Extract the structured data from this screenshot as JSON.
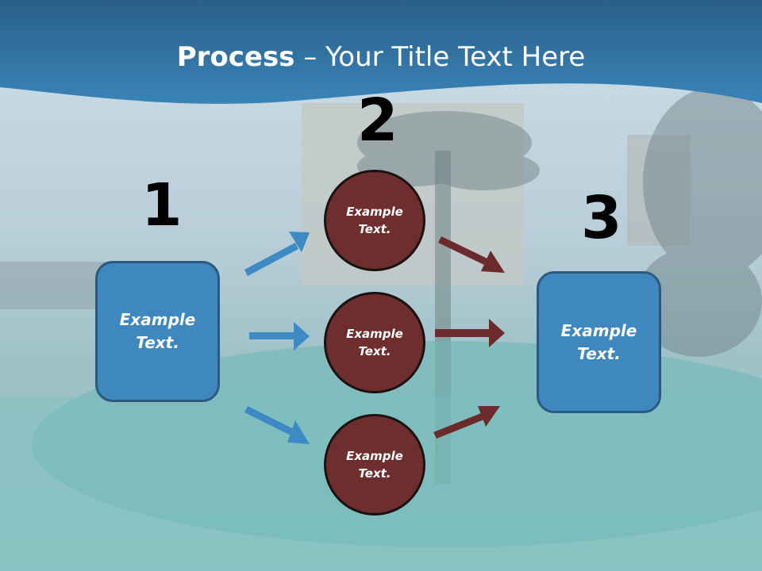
{
  "title": {
    "bold": "Process",
    "rest": " – Your Title Text Here"
  },
  "steps": {
    "one": "1",
    "two": "2",
    "three": "3"
  },
  "left_box": {
    "line1": "Example",
    "line2": "Text."
  },
  "right_box": {
    "line1": "Example",
    "line2": "Text."
  },
  "circles": [
    {
      "line1": "Example",
      "line2": "Text."
    },
    {
      "line1": "Example",
      "line2": "Text."
    },
    {
      "line1": "Example",
      "line2": "Text."
    }
  ],
  "colors": {
    "header": "#2f6f9f",
    "box": "#3f87bf",
    "circle": "#6e2e2e",
    "blue_arrow": "#3d8ac4",
    "red_arrow": "#6b2b2b"
  }
}
